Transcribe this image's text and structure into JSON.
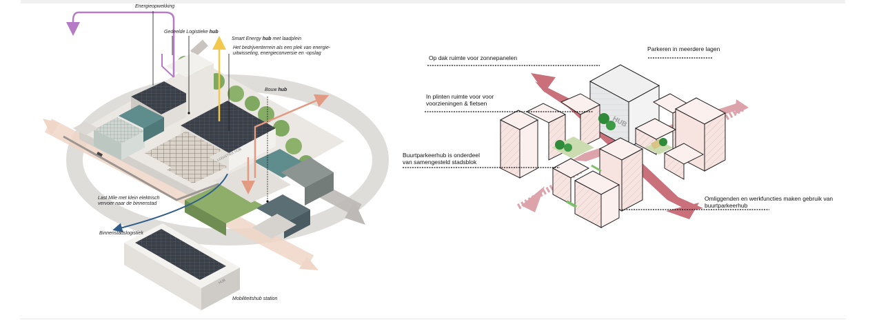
{
  "left_diagram": {
    "labels": {
      "energy_generation": "Energieopwekking",
      "shared_hub_prefix": "Gedeelde Logistieke",
      "shared_hub_bold": "hub",
      "smart_energy_prefix": "Smart Energy",
      "smart_energy_bold": "hub",
      "smart_energy_suffix": "met laadplein",
      "smart_energy_desc_1": "Het bedrijventerrein als een plek van energie-",
      "smart_energy_desc_2": "uitwisseling, energieconversie en -opslag",
      "construction_prefix": "Bouw",
      "construction_bold": "hub",
      "last_mile_1": "Last Mile met klein elektrisch",
      "last_mile_2": "vervoer naar de binnenstad",
      "city_logistics": "Binnenstadslogistiek",
      "mobility_hub": "Mobiliteitshub station"
    },
    "building_signs": {
      "logistics_sign": "LOGISTIEK HUB",
      "station_sign": "HUB"
    },
    "colors": {
      "energy_arrow": "#b57bc6",
      "smart_arrow": "#f2c94c",
      "construction_arrow": "#e39a82",
      "city_arrow": "#2f5d8a",
      "ring": "#d9d6d3",
      "solar": "#3a3f48",
      "teal": "#5f8c8c",
      "green": "#7fa860"
    }
  },
  "right_diagram": {
    "labels": {
      "roof_solar": "Op dak ruimte voor zonnepanelen",
      "parking_layers": "Parkeren in meerdere lagen",
      "plinth_1": "In plinten ruimte voor voor",
      "plinth_2": "voorzieningen & fietsen",
      "neighborhood_1": "Buurtparkeerhub is onderdeel",
      "neighborhood_2": "van samengesteld stadsblok",
      "surrounding_1": "Omliggenden en werkfuncties maken gebruik van",
      "surrounding_2": "buurtparkeerhub"
    },
    "hub_sign": "HUB",
    "colors": {
      "building": "#f7e3e0",
      "street": "#c9707a",
      "hub": "#e6e7e8",
      "tree": "#2f8a3a",
      "courtyard": "#cbdcb0"
    }
  }
}
